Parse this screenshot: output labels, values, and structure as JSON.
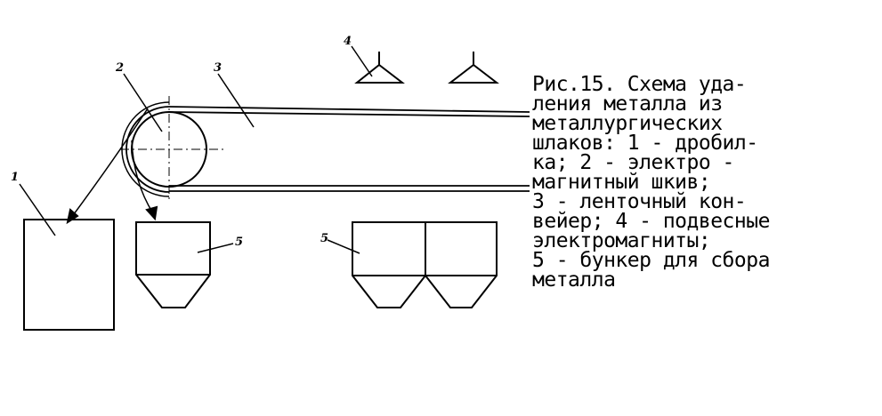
{
  "diagram": {
    "labels": {
      "crusher": "1",
      "pulley": "2",
      "conveyor": "3",
      "magnet": "4",
      "bunker_left": "5",
      "bunker_right": "5"
    },
    "caption_lines": [
      "Рис.15. Схема уда-",
      "ления металла из",
      "металлургических",
      "шлаков: 1 - дробил-",
      "ка; 2 - электро -",
      "магнитный шкив;",
      "3 - ленточный кон-",
      "вейер; 4 - подвесные",
      "электромагниты;",
      "5 - бункер для сбора",
      "металла"
    ]
  }
}
